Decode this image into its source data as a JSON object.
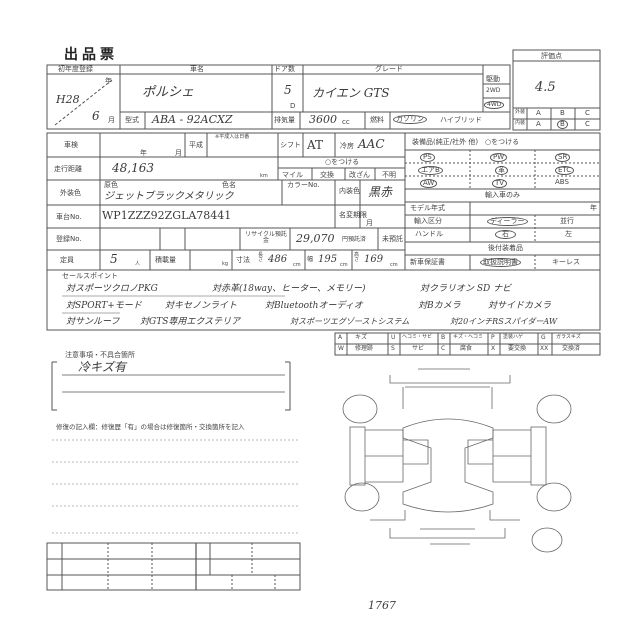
{
  "title": "出品票",
  "vehicle": {
    "first_reg_label": "初年度登録",
    "year_unit": "年",
    "month_unit": "月",
    "first_reg_year": "H28",
    "first_reg_month": "6",
    "name_label": "車名",
    "name": "ポルシェ",
    "model_code_label": "型式",
    "model_code": "ABA - 92ACXZ",
    "doors_label": "ドア数",
    "doors": "5",
    "doors_unit": "D",
    "grade_label": "グレード",
    "grade": "カイエン GTS",
    "displacement_label": "排気量",
    "displacement": "3600",
    "cc_unit": "cc",
    "fuel_label": "燃料",
    "fuel": "ガソリン",
    "hybrid": "ハイブリッド",
    "drive_label": "駆動",
    "drive_2wd": "2WD",
    "drive_4wd": "4WD"
  },
  "score": {
    "label": "評価点",
    "value": "4.5",
    "exterior_label": "外装",
    "interior_label": "内装",
    "grades": [
      "A",
      "B",
      "C"
    ],
    "interior_selected": "B"
  },
  "details": {
    "inspection_label": "車検",
    "heisei_label": "平成",
    "heisei_note": "※平成入は日番",
    "shift_label": "シフト",
    "shift": "AT",
    "ac_label": "冷房",
    "ac": "AAC",
    "mileage_label": "走行距離",
    "mileage": "48,163",
    "km_unit": "km",
    "circle_note": "○をつける",
    "mile_label": "マイル",
    "meter_options": [
      "交換",
      "改ざん",
      "不明"
    ],
    "exterior_color_label": "外装色",
    "original_color_label": "原色",
    "color_name_label": "色名",
    "color_name": "ジェットブラックメタリック",
    "color_no_label": "カラーNo.",
    "interior_color_label": "内装色",
    "interior_color": "黒赤",
    "chassis_label": "車台No.",
    "chassis_no": "WP1ZZZ92ZGLA78441",
    "name_change_label": "名変期限",
    "reg_label": "登録No.",
    "recycle_label": "リサイクル預託金",
    "recycle_amount": "29,070",
    "recycle_paid": "円預託済",
    "recycle_unpaid": "未預託",
    "capacity_label": "定員",
    "capacity": "5",
    "person_unit": "人",
    "load_label": "積載量",
    "kg_unit": "kg",
    "size_label": "寸法",
    "length_label": "長さ",
    "length": "486",
    "width_label": "幅",
    "width": "195",
    "height_label": "高さ",
    "height": "169",
    "cm_unit": "cm"
  },
  "equipment": {
    "header": "装備品(純正/社外 他)　○をつける",
    "items": [
      "PS",
      "PW",
      "SR",
      "エアB",
      "革",
      "ETC",
      "AW",
      "TV",
      "ABS"
    ],
    "import_header": "輸入車のみ",
    "model_year_label": "モデル年式",
    "import_type_label": "輸入区分",
    "import_dealer": "ディーラー",
    "import_parallel": "並行",
    "handle_label": "ハンドル",
    "handle_right": "右",
    "handle_left": "左",
    "accessories_header": "後付装着品",
    "warranty_label": "新車保証書",
    "manual": "取扱説明書",
    "keyless": "キーレス"
  },
  "sales_points": {
    "label": "セールスポイント",
    "lines": [
      [
        "対スポーツクロノPKG",
        "対赤革(18way、ヒーター、メモリー)",
        "対クラリオン SD ナビ"
      ],
      [
        "対SPORT+モード",
        "対キセノンライト",
        "対Bluetoothオーディオ",
        "対Bカメラ",
        "対サイドカメラ"
      ],
      [
        "対サンルーフ",
        "対GTS専用エクステリア",
        "対スポーツエグゾーストシステム",
        "対20インチRSスパイダーAW"
      ]
    ]
  },
  "legend": {
    "row1": [
      [
        "A",
        "キズ"
      ],
      [
        "U",
        "ヘコミ・サビ"
      ],
      [
        "B",
        "キズ・ヘコミ"
      ],
      [
        "P",
        "塗装ハゲ"
      ],
      [
        "G",
        "ガラスキズ"
      ]
    ],
    "row2": [
      [
        "W",
        "修理跡"
      ],
      [
        "S",
        "サビ"
      ],
      [
        "C",
        "腐食"
      ],
      [
        "X",
        "要交換"
      ],
      [
        "XX",
        "交換済"
      ]
    ]
  },
  "notes": {
    "label": "注意事項・不具合箇所",
    "text": "冷キズ有",
    "repair_label": "修復の記入欄：修復歴「有」の場合は修復箇所・交換箇所を記入"
  },
  "footer_number": "1767"
}
